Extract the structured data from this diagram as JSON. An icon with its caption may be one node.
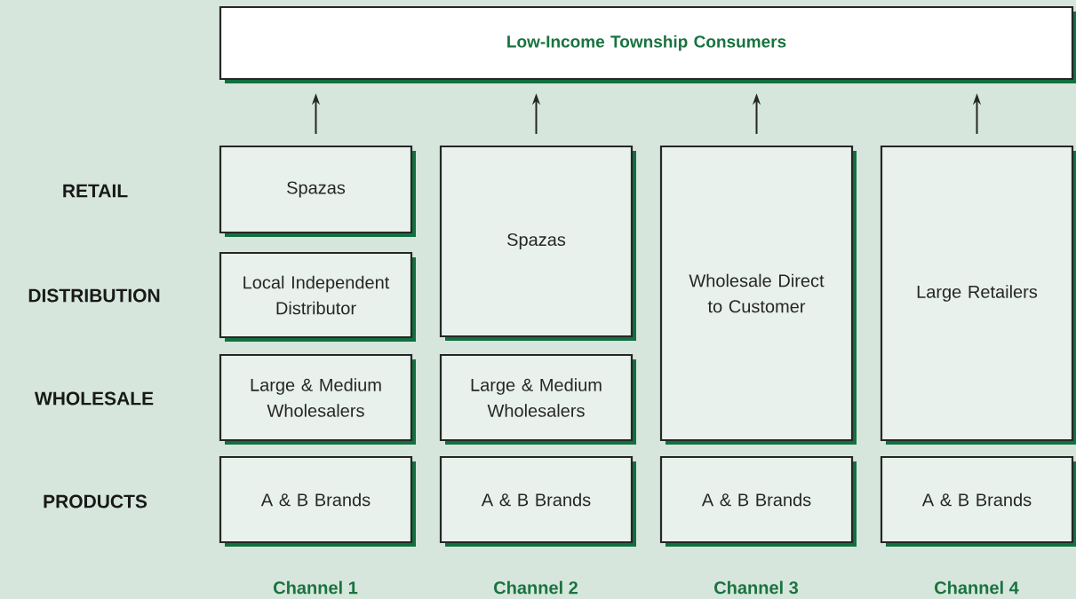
{
  "diagram": {
    "nodes": [
      {
        "text": [
          "Low-Income Township Consumers"
        ]
      },
      {
        "text": [
          "Spazas"
        ]
      },
      {
        "text": [
          "Local Independent Distributor"
        ]
      },
      {
        "text": [
          "Large & Medium Wholesalers"
        ]
      },
      {
        "text": [
          "A & B Brands"
        ]
      },
      {
        "text": [
          "Spazas"
        ]
      },
      {
        "text": [
          "Large & Medium Wholesalers"
        ]
      },
      {
        "text": [
          "A & B Brands"
        ]
      },
      {
        "text": [
          "Wholesale Direct to Customer"
        ]
      },
      {
        "text": [
          "A & B Brands"
        ]
      },
      {
        "text": [
          "Large Retailers"
        ]
      },
      {
        "text": [
          "A & B Brands"
        ]
      }
    ],
    "edges": [
      {
        "from": 1,
        "to": 0,
        "arrow": "to"
      },
      {
        "from": 5,
        "to": 0,
        "arrow": "to"
      },
      {
        "from": 8,
        "to": 0,
        "arrow": "to"
      },
      {
        "from": 10,
        "to": 0,
        "arrow": "to"
      }
    ],
    "labels": [
      "RETAIL",
      "DISTRIBUTION",
      "WHOLESALE",
      "PRODUCTS",
      "Channel 1",
      "Channel 2",
      "Channel 3",
      "Channel 4"
    ]
  }
}
